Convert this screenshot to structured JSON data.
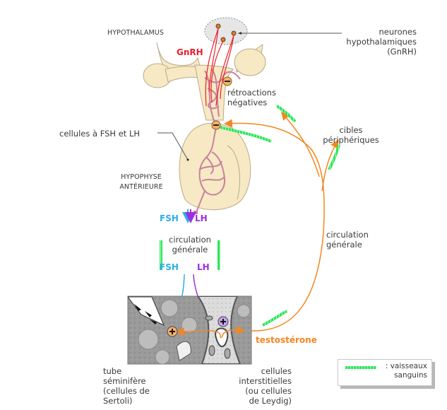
{
  "diagram": {
    "title": "Régulation hormonale de la fonction testiculaire",
    "regions": {
      "hypothalamus": "HYPOTHALAMUS",
      "hypophyse_line1": "HYPOPHYSE",
      "hypophyse_line2": "ANTÉRIEURE"
    },
    "labels": {
      "neurones_line1": "neurones",
      "neurones_line2": "hypothalamiques",
      "neurones_line3": "(GnRH)",
      "retro_line1": "rétroactions",
      "retro_line2": "négatives",
      "cellules_fsh_lh": "cellules à FSH et LH",
      "cibles_line1": "cibles",
      "cibles_line2": "périphériques",
      "circ_center_line1": "circulation",
      "circ_center_line2": "générale",
      "circ_right_line1": "circulation",
      "circ_right_line2": "générale",
      "tube_line1": "tube",
      "tube_line2": "séminifère",
      "tube_line3": "(cellules de",
      "tube_line4": "Sertoli)",
      "leydig_line1": "cellules",
      "leydig_line2": "interstitielles",
      "leydig_line3": "(ou cellules",
      "leydig_line4": "de Leydig)"
    },
    "hormones": {
      "gnrh": "GnRH",
      "fsh_top": "FSH",
      "lh_top": "LH",
      "fsh_bottom": "FSH",
      "lh_bottom": "LH",
      "testosterone": "testostérone"
    },
    "signs": {
      "negative": "−",
      "positive": "+"
    },
    "legend": {
      "text_line1": ": vaisseaux",
      "text_line2": "sanguins"
    },
    "colors": {
      "gnrh": "#e8202a",
      "fsh": "#2aaeea",
      "lh": "#9b30e0",
      "testosterone": "#f5861f",
      "vessel": "#2ee65a",
      "gland": "#f7e9c4",
      "gland_stroke": "#b8ab88",
      "capillary": "#c9809e",
      "tissue": "#8f8f8f"
    }
  }
}
